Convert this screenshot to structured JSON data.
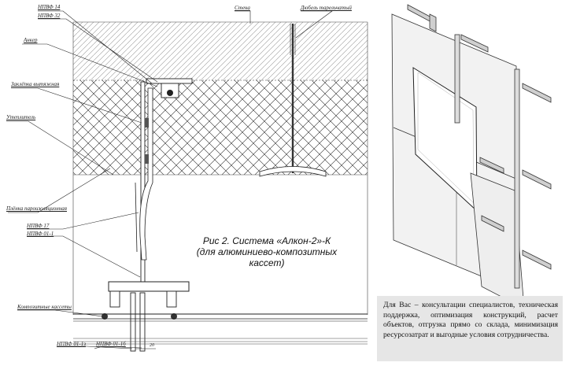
{
  "figure": {
    "caption_lines": [
      "Рис 2. Система «Алкон-2»-К",
      "(для алюминиево-композитных",
      "кассет)"
    ]
  },
  "labels": {
    "npbf14": "НПВФ 14",
    "npbf32": "НПВФ 32",
    "anchor": "Анкер",
    "rivet": "Заклёпка вытяжная",
    "insulation": "Утеплитель",
    "film": "Плёнка пароизоляционная",
    "npbf17": "НПВФ 17",
    "npbf011": "НПВФ 01-1",
    "composite": "Композитные кассеты",
    "npbf01lz": "НПВФ 01-1з",
    "npbf01lb": "НПВФ 01-1б",
    "wall": "Стена",
    "dowel": "Дюбель тарельчатый",
    "dim": "20"
  },
  "info_box": {
    "text": "Для Вас – консультации специалистов, техническая поддержка, оптимизация конструкций, расчет объектов, отгрузка прямо со склада, минимизация ресурсозатрат и выгодные условия сотрудничества."
  }
}
